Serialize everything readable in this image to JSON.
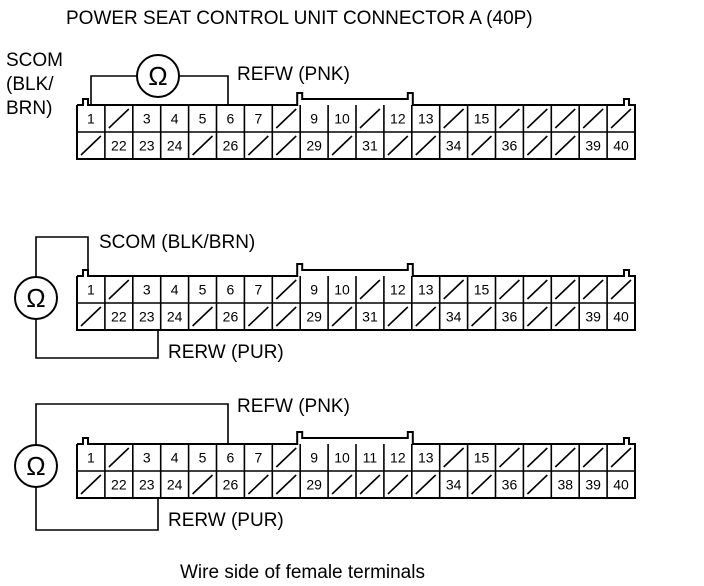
{
  "title": "POWER SEAT CONTROL UNIT CONNECTOR A (40P)",
  "caption": "Wire side of female terminals",
  "ohm_symbol": "Ω",
  "connector_top_row": [
    "1",
    "",
    "3",
    "4",
    "5",
    "6",
    "7",
    "",
    "9",
    "10",
    "",
    "12",
    "13",
    "",
    "15",
    "",
    "",
    "",
    "",
    ""
  ],
  "connector_bottom_row": [
    "",
    "22",
    "23",
    "24",
    "",
    "26",
    "",
    "",
    "29",
    "",
    "31",
    "",
    "",
    "34",
    "",
    "36",
    "",
    "",
    "39",
    "40"
  ],
  "connector_top_row_3": [
    "1",
    "",
    "3",
    "4",
    "5",
    "6",
    "7",
    "",
    "9",
    "10",
    "11",
    "12",
    "13",
    "",
    "15",
    "",
    "",
    "",
    "",
    ""
  ],
  "connector_bottom_row_3": [
    "",
    "22",
    "23",
    "24",
    "",
    "26",
    "",
    "",
    "29",
    "",
    "",
    "",
    "",
    "34",
    "",
    "36",
    "",
    "38",
    "39",
    "40"
  ],
  "diagrams": [
    {
      "labels": {
        "scom_line1": "SCOM",
        "scom_line2": "(BLK/",
        "scom_line3": "BRN)",
        "refw": "REFW (PNK)"
      }
    },
    {
      "labels": {
        "scom": "SCOM (BLK/BRN)",
        "rerw": "RERW (PUR)"
      }
    },
    {
      "labels": {
        "refw": "REFW (PNK)",
        "rerw": "RERW (PUR)"
      }
    }
  ]
}
